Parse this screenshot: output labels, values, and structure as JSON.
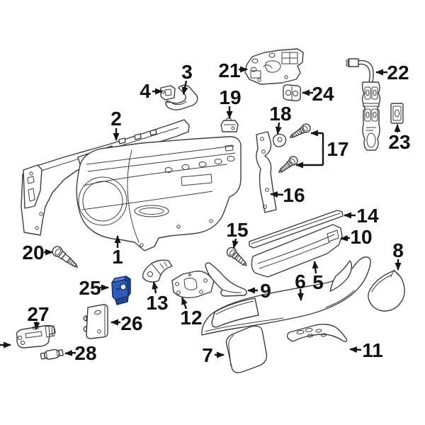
{
  "background": "#ffffff",
  "line_color": "#3d3d3d",
  "label_color": "#111111",
  "highlight": {
    "num": "25",
    "fill": "#2e5cb8",
    "shade": "#1d4596",
    "light": "#5d85d6",
    "knob": "#d8e2f4",
    "outline": "#16306e"
  },
  "callouts": [
    {
      "num": "1"
    },
    {
      "num": "2"
    },
    {
      "num": "3"
    },
    {
      "num": "4"
    },
    {
      "num": "5"
    },
    {
      "num": "6"
    },
    {
      "num": "7"
    },
    {
      "num": "8"
    },
    {
      "num": "9"
    },
    {
      "num": "10"
    },
    {
      "num": "11"
    },
    {
      "num": "12"
    },
    {
      "num": "13"
    },
    {
      "num": "14"
    },
    {
      "num": "15"
    },
    {
      "num": "16"
    },
    {
      "num": "17"
    },
    {
      "num": "18"
    },
    {
      "num": "19"
    },
    {
      "num": "20"
    },
    {
      "num": "21"
    },
    {
      "num": "22"
    },
    {
      "num": "23"
    },
    {
      "num": "24"
    },
    {
      "num": "25",
      "highlighted": true
    },
    {
      "num": "26"
    },
    {
      "num": "27"
    },
    {
      "num": "28"
    }
  ]
}
